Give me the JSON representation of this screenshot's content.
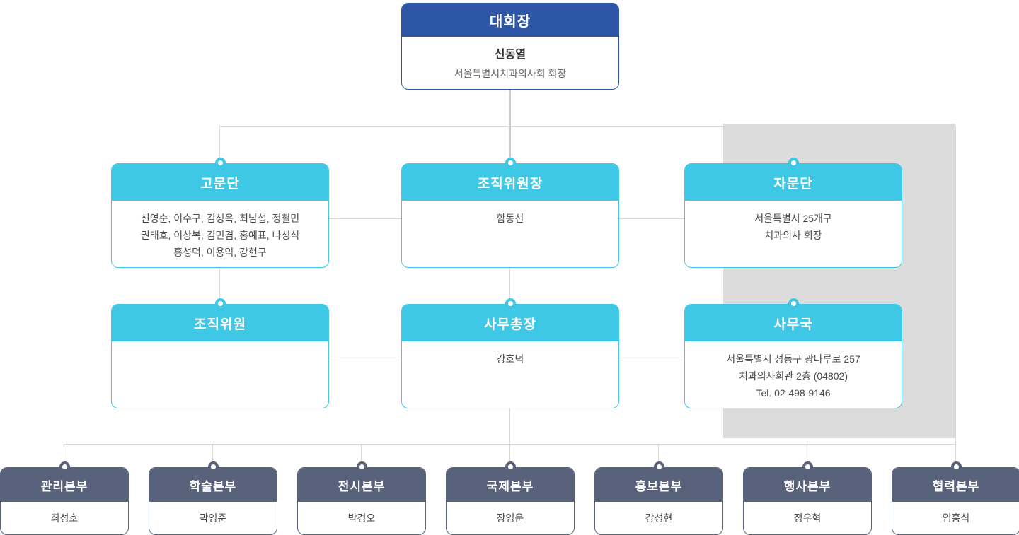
{
  "chart": {
    "top": {
      "title": "대회장",
      "name": "신동열",
      "desc": "서울특별시치과의사회 회장"
    },
    "row2": [
      {
        "title": "고문단",
        "lines": [
          "신영순, 이수구, 김성옥, 최남섭, 정철민",
          "권태호, 이상복, 김민겸, 홍예표, 나성식",
          "홍성덕, 이용익, 강현구"
        ]
      },
      {
        "title": "조직위원장",
        "lines": [
          "함동선"
        ]
      },
      {
        "title": "자문단",
        "lines": [
          "서울특별시 25개구",
          "치과의사 회장"
        ]
      }
    ],
    "row3": [
      {
        "title": "조직위원",
        "lines": []
      },
      {
        "title": "사무총장",
        "lines": [
          "강호덕"
        ]
      },
      {
        "title": "사무국",
        "lines": [
          "서울특별시 성동구 광나루로 257",
          "치과의사회관 2층 (04802)",
          "Tel. 02-498-9146"
        ]
      }
    ],
    "row4": [
      {
        "title": "관리본부",
        "name": "최성호"
      },
      {
        "title": "학술본부",
        "name": "곽영준"
      },
      {
        "title": "전시본부",
        "name": "박경오"
      },
      {
        "title": "국제본부",
        "name": "장영운"
      },
      {
        "title": "홍보본부",
        "name": "강성현"
      },
      {
        "title": "행사본부",
        "name": "정우혁"
      },
      {
        "title": "협력본부",
        "name": "임흥식"
      }
    ],
    "colors": {
      "chairman_header": "#2d57a6",
      "committee_header": "#3fc7e6",
      "department_header": "#58627a",
      "connector_line": "#d9d9d9",
      "highlight_panel": "#dcdcdc"
    }
  }
}
